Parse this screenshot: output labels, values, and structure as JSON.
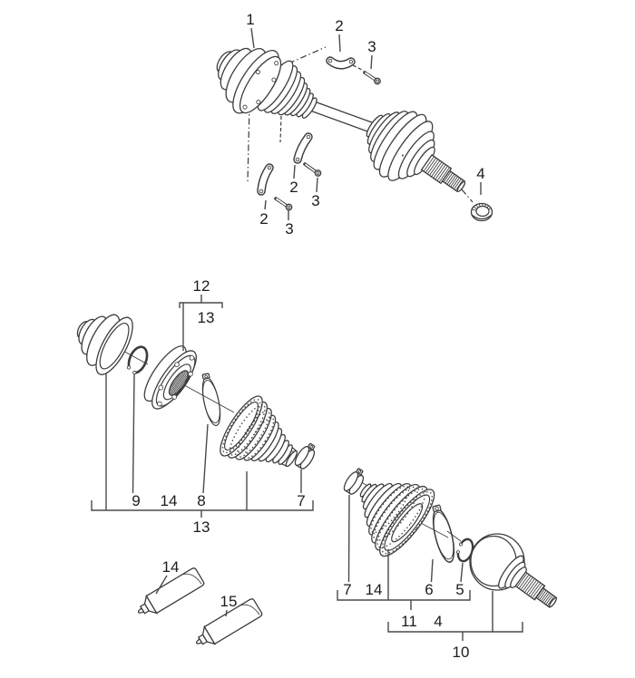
{
  "figure": {
    "background": "#ffffff",
    "line_color": "#3c3c3c",
    "label_color": "#1c1c1c",
    "callouts": {
      "n1": "1",
      "n2a": "2",
      "n3a": "3",
      "n2b": "2",
      "n3b": "3",
      "n2c": "2",
      "n3c": "3",
      "n4": "4",
      "n12": "12",
      "n13a": "13",
      "n9": "9",
      "n14a": "14",
      "n8": "8",
      "n7a": "7",
      "n13b": "13",
      "n7b": "7",
      "n14b": "14",
      "n6": "6",
      "n5": "5",
      "n11": "11",
      "n4b": "4",
      "n10": "10",
      "n14c": "14",
      "n15": "15"
    }
  }
}
